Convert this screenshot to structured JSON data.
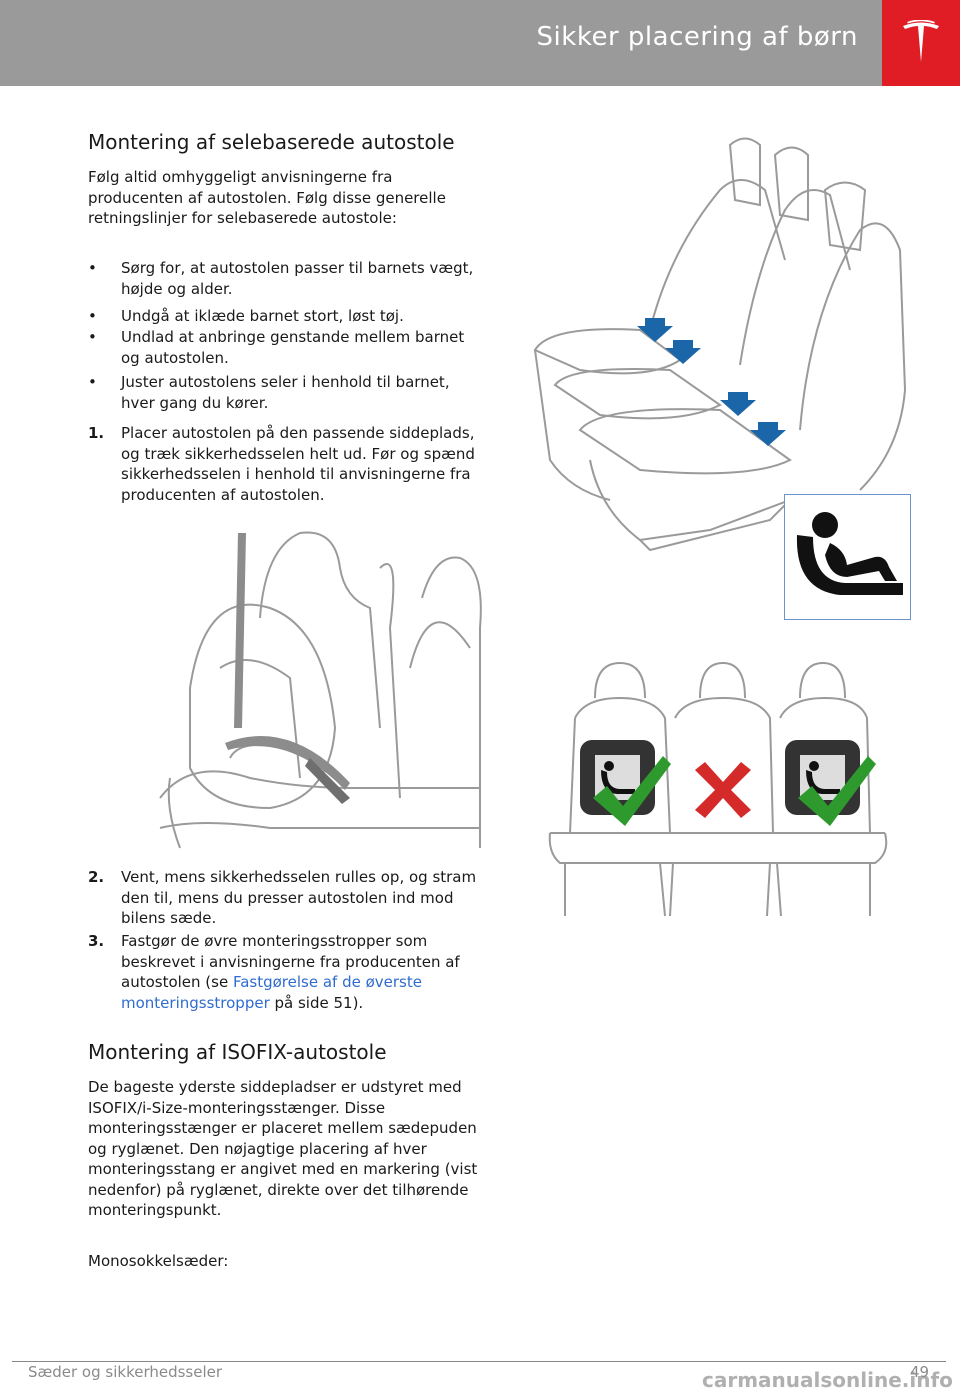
{
  "header": {
    "title": "Sikker placering af børn"
  },
  "section1": {
    "heading": "Montering af selebaserede autostole",
    "intro": "Følg altid omhyggeligt anvisningerne fra producenten af autostolen. Følg disse generelle retningslinjer for selebaserede autostole:",
    "bullets": [
      {
        "mark": "•",
        "text": "Sørg for, at autostolen passer til barnets vægt, højde og alder."
      },
      {
        "mark": "•",
        "text": "Undgå at iklæde barnet stort, løst tøj."
      },
      {
        "mark": "•",
        "text": "Undlad at anbringe genstande mellem barnet og autostolen."
      },
      {
        "mark": "•",
        "text": "Juster autostolens seler i henhold til barnet, hver gang du kører."
      }
    ],
    "steps": [
      {
        "num": "1.",
        "text": "Placer autostolen på den passende siddeplads, og træk sikkerhedsselen helt ud. Før og spænd sikkerhedsselen i henhold til anvisningerne fra producenten af autostolen."
      },
      {
        "num": "2.",
        "text": "Vent, mens sikkerhedsselen rulles op, og stram den til, mens du presser autostolen ind mod bilens sæde."
      },
      {
        "num": "3.",
        "text_before": "Fastgør de øvre monteringsstropper som beskrevet i anvisningerne fra producenten af autostolen (se ",
        "link": "Fastgørelse af de øverste monteringsstropper",
        "text_after": " på side 51)."
      }
    ]
  },
  "section2": {
    "heading": "Montering af ISOFIX-autostole",
    "body": "De bageste yderste siddepladser er udstyret med ISOFIX/i-Size-monteringsstænger. Disse monteringsstænger er placeret mellem sædepuden og ryglænet. Den nøjagtige placering af hver monteringsstang er angivet med en markering (vist nedenfor) på ryglænet, direkte over det tilhørende monteringspunkt.",
    "mono": "Monosokkelsæder:"
  },
  "footer": {
    "section": "Sæder og sikkerhedsseler",
    "page": "49"
  },
  "watermark": "carmanualsonline.info",
  "colors": {
    "header_gray": "#9a9a9a",
    "logo_red": "#e01c25",
    "arrow_blue": "#1a66a8",
    "check_green": "#2e9a2e",
    "cross_red": "#d42a2a"
  },
  "icons": [
    "tesla-logo-icon",
    "isofix-child-seat-icon",
    "check-icon",
    "cross-icon",
    "down-arrow-icon"
  ]
}
